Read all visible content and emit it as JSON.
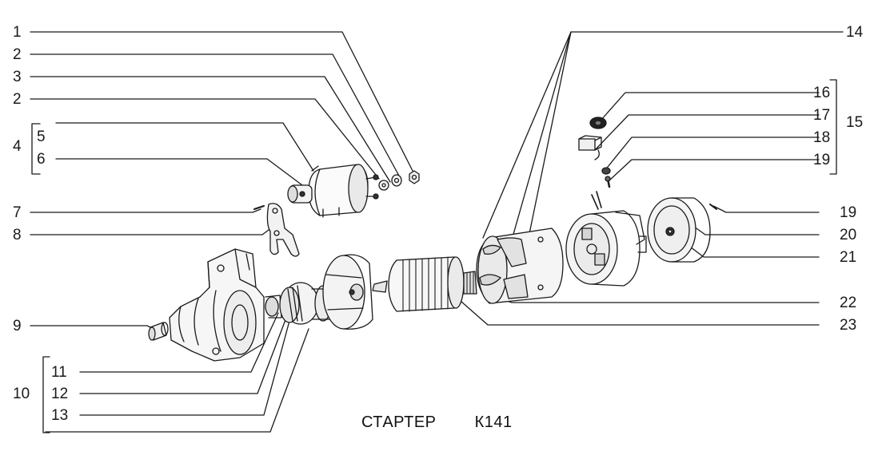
{
  "diagram": {
    "caption": {
      "title": "СТАРТЕР",
      "code": "К141"
    },
    "callouts": {
      "left": [
        "1",
        "2",
        "3",
        "2",
        "5",
        "6",
        "7",
        "8",
        "9",
        "11",
        "12",
        "13"
      ],
      "left_groups": [
        "4",
        "10"
      ],
      "right": [
        "14",
        "16",
        "17",
        "18",
        "19",
        "19",
        "20",
        "21",
        "22",
        "23"
      ],
      "right_groups": [
        "15"
      ]
    }
  }
}
